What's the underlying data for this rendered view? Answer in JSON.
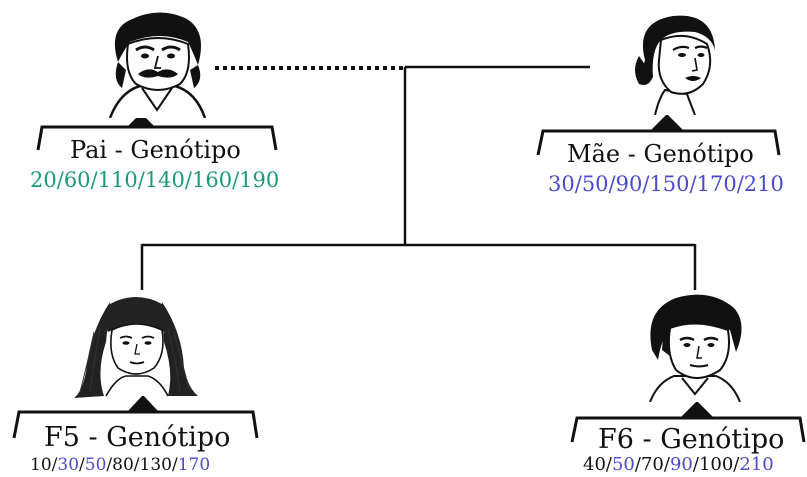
{
  "colors": {
    "green": "#1a9a7a",
    "blue": "#4a4ad0",
    "black": "#111111"
  },
  "father": {
    "title": "Pai - Genótipo",
    "genotype": [
      {
        "text": "20",
        "color": "green"
      },
      {
        "text": "60",
        "color": "green"
      },
      {
        "text": "110",
        "color": "green"
      },
      {
        "text": "140",
        "color": "green"
      },
      {
        "text": "160",
        "color": "green"
      },
      {
        "text": "190",
        "color": "green"
      }
    ],
    "portrait_icon": "man-with-mustache-portrait"
  },
  "mother": {
    "title": "Mãe - Genótipo",
    "genotype": [
      {
        "text": "30",
        "color": "blue"
      },
      {
        "text": "50",
        "color": "blue"
      },
      {
        "text": "90",
        "color": "blue"
      },
      {
        "text": "150",
        "color": "blue"
      },
      {
        "text": "170",
        "color": "blue"
      },
      {
        "text": "210",
        "color": "blue"
      }
    ],
    "portrait_icon": "woman-slicked-hair-portrait"
  },
  "f5": {
    "title": "F5 - Genótipo",
    "genotype": [
      {
        "text": "10",
        "color": "black"
      },
      {
        "text": "30",
        "color": "blue"
      },
      {
        "text": "50",
        "color": "blue"
      },
      {
        "text": "80",
        "color": "black"
      },
      {
        "text": "130",
        "color": "black"
      },
      {
        "text": "170",
        "color": "blue"
      }
    ],
    "portrait_icon": "woman-long-hair-portrait"
  },
  "f6": {
    "title": "F6 - Genótipo",
    "genotype": [
      {
        "text": "40",
        "color": "black"
      },
      {
        "text": "50",
        "color": "blue"
      },
      {
        "text": "70",
        "color": "black"
      },
      {
        "text": "90",
        "color": "blue"
      },
      {
        "text": "100",
        "color": "black"
      },
      {
        "text": "210",
        "color": "blue"
      }
    ],
    "portrait_icon": "young-man-portrait"
  }
}
